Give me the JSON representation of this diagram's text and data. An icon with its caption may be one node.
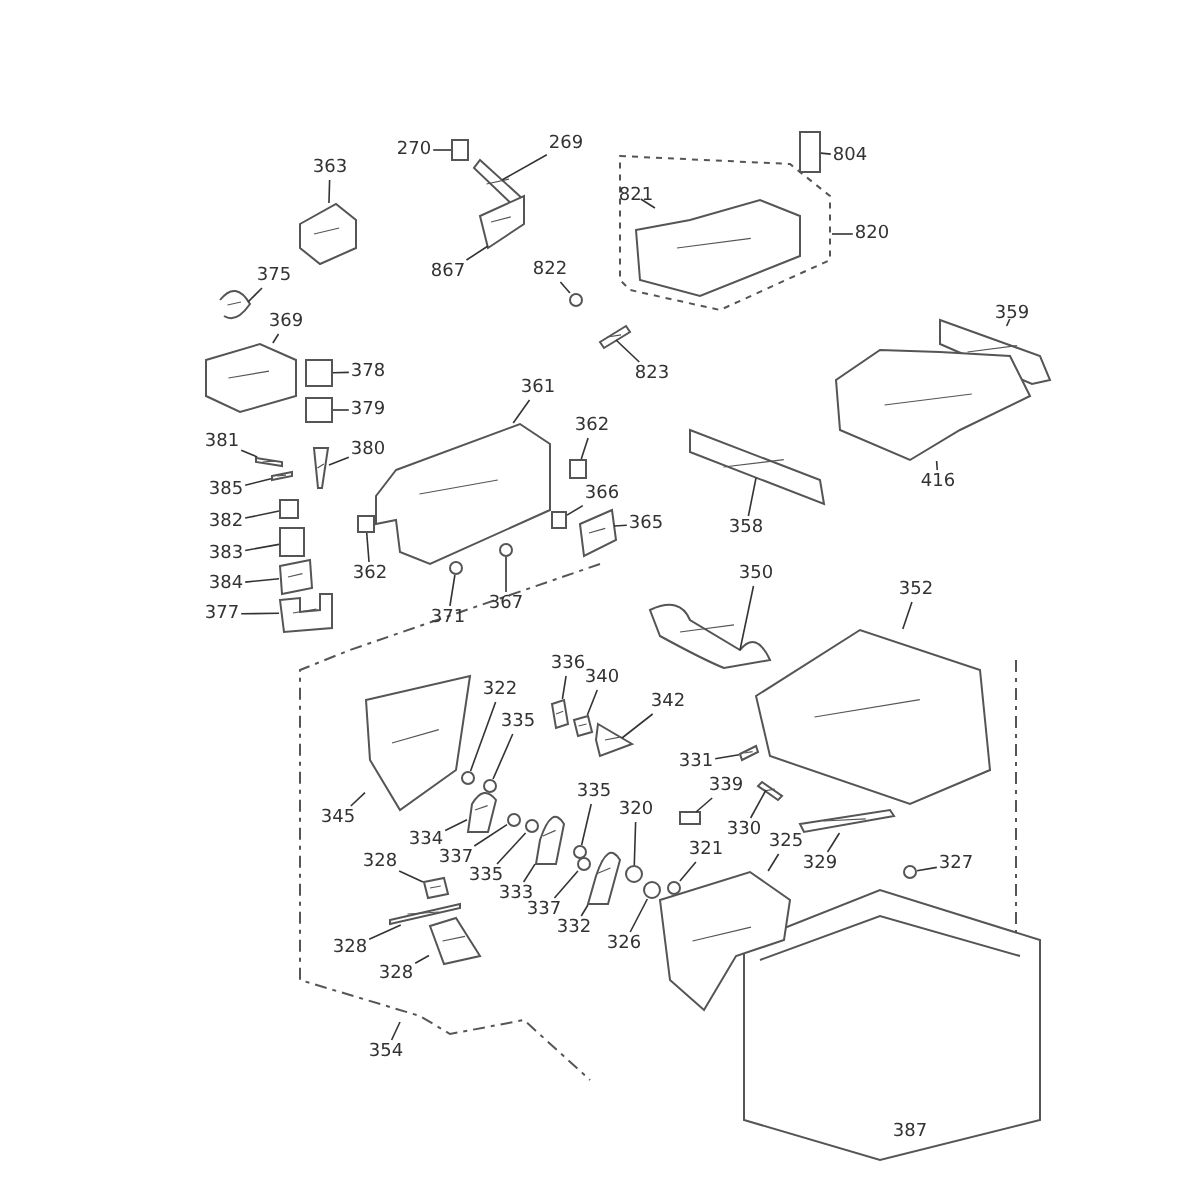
{
  "diagram": {
    "nodes": [
      {
        "text": [
          "270"
        ]
      },
      {
        "text": [
          "269"
        ]
      },
      {
        "text": [
          "804"
        ]
      },
      {
        "text": [
          "363"
        ]
      },
      {
        "text": [
          "821"
        ]
      },
      {
        "text": [
          "820"
        ]
      },
      {
        "text": [
          "867"
        ]
      },
      {
        "text": [
          "822"
        ]
      },
      {
        "text": [
          "375"
        ]
      },
      {
        "text": [
          "369"
        ]
      },
      {
        "text": [
          "359"
        ]
      },
      {
        "text": [
          "823"
        ]
      },
      {
        "text": [
          "378"
        ]
      },
      {
        "text": [
          "361"
        ]
      },
      {
        "text": [
          "379"
        ]
      },
      {
        "text": [
          "362"
        ]
      },
      {
        "text": [
          "381"
        ]
      },
      {
        "text": [
          "380"
        ]
      },
      {
        "text": [
          "416"
        ]
      },
      {
        "text": [
          "385"
        ]
      },
      {
        "text": [
          "366"
        ]
      },
      {
        "text": [
          "382"
        ]
      },
      {
        "text": [
          "365"
        ]
      },
      {
        "text": [
          "358"
        ]
      },
      {
        "text": [
          "383"
        ]
      },
      {
        "text": [
          "362"
        ]
      },
      {
        "text": [
          "384"
        ]
      },
      {
        "text": [
          "350"
        ]
      },
      {
        "text": [
          "352"
        ]
      },
      {
        "text": [
          "367"
        ]
      },
      {
        "text": [
          "377"
        ]
      },
      {
        "text": [
          "371"
        ]
      },
      {
        "text": [
          "336"
        ]
      },
      {
        "text": [
          "340"
        ]
      },
      {
        "text": [
          "322"
        ]
      },
      {
        "text": [
          "342"
        ]
      },
      {
        "text": [
          "335"
        ]
      },
      {
        "text": [
          "331"
        ]
      },
      {
        "text": [
          "339"
        ]
      },
      {
        "text": [
          "335"
        ]
      },
      {
        "text": [
          "320"
        ]
      },
      {
        "text": [
          "345"
        ]
      },
      {
        "text": [
          "330"
        ]
      },
      {
        "text": [
          "334"
        ]
      },
      {
        "text": [
          "321"
        ]
      },
      {
        "text": [
          "325"
        ]
      },
      {
        "text": [
          "337"
        ]
      },
      {
        "text": [
          "328"
        ]
      },
      {
        "text": [
          "329"
        ]
      },
      {
        "text": [
          "327"
        ]
      },
      {
        "text": [
          "335"
        ]
      },
      {
        "text": [
          "333"
        ]
      },
      {
        "text": [
          "337"
        ]
      },
      {
        "text": [
          "332"
        ]
      },
      {
        "text": [
          "326"
        ]
      },
      {
        "text": [
          "328"
        ]
      },
      {
        "text": [
          "328"
        ]
      },
      {
        "text": [
          "354"
        ]
      },
      {
        "text": [],
        "shape": "box"
      },
      {
        "text": [],
        "shape": "picture"
      },
      {
        "text": [],
        "shape": "box"
      },
      {
        "text": [],
        "shape": "picture"
      },
      {
        "text": [],
        "shape": "picture"
      },
      {
        "text": [],
        "shape": "picture"
      },
      {
        "text": [],
        "shape": "circle"
      },
      {
        "text": [],
        "shape": "picture"
      },
      {
        "text": [],
        "shape": "picture"
      },
      {
        "text": [],
        "shape": "picture"
      },
      {
        "text": [],
        "shape": "picture"
      },
      {
        "text": [],
        "shape": "box"
      },
      {
        "text": [],
        "shape": "picture"
      },
      {
        "text": [],
        "shape": "box"
      },
      {
        "text": [],
        "shape": "box"
      },
      {
        "text": [],
        "shape": "picture"
      },
      {
        "text": [],
        "shape": "picture"
      },
      {
        "text": [],
        "shape": "picture"
      },
      {
        "text": [],
        "shape": "picture"
      },
      {
        "text": [],
        "shape": "box"
      },
      {
        "text": [],
        "shape": "box"
      },
      {
        "text": [],
        "shape": "picture"
      },
      {
        "text": [],
        "shape": "picture"
      },
      {
        "text": [],
        "shape": "box"
      },
      {
        "text": [],
        "shape": "box"
      },
      {
        "text": [],
        "shape": "picture"
      },
      {
        "text": [],
        "shape": "picture"
      },
      {
        "text": [],
        "shape": "picture"
      },
      {
        "text": [],
        "shape": "circle"
      },
      {
        "text": [],
        "shape": "picture"
      },
      {
        "text": [],
        "shape": "circle"
      },
      {
        "text": [],
        "shape": "picture"
      },
      {
        "text": [],
        "shape": "picture"
      },
      {
        "text": [],
        "shape": "circle"
      },
      {
        "text": [],
        "shape": "picture"
      },
      {
        "text": [],
        "shape": "circle"
      },
      {
        "text": [],
        "shape": "picture"
      },
      {
        "text": [],
        "shape": "box"
      },
      {
        "text": [],
        "shape": "circle"
      },
      {
        "text": [],
        "shape": "circle"
      },
      {
        "text": [],
        "shape": "picture"
      },
      {
        "text": [],
        "shape": "picture"
      },
      {
        "text": [],
        "shape": "picture"
      },
      {
        "text": [],
        "shape": "circle"
      },
      {
        "text": [],
        "shape": "picture"
      },
      {
        "text": [],
        "shape": "circle"
      },
      {
        "text": [],
        "shape": "picture"
      },
      {
        "text": [],
        "shape": "picture"
      },
      {
        "text": [],
        "shape": "circle"
      },
      {
        "text": [],
        "shape": "circle"
      },
      {
        "text": [],
        "shape": "picture"
      },
      {
        "text": [],
        "shape": "circle"
      },
      {
        "text": [],
        "shape": "picture"
      },
      {
        "text": [],
        "shape": "circle"
      },
      {
        "text": [],
        "shape": "picture"
      },
      {
        "text": [],
        "shape": "picture"
      }
    ],
    "edges": [
      {
        "from": 0,
        "to": 58,
        "arrow": "none"
      },
      {
        "from": 1,
        "to": 59,
        "arrow": "none"
      },
      {
        "from": 2,
        "to": 60,
        "arrow": "none"
      },
      {
        "from": 3,
        "to": 61,
        "arrow": "none"
      },
      {
        "from": 4,
        "to": 62,
        "arrow": "none"
      },
      {
        "from": 5,
        "to": null,
        "arrow": "none"
      },
      {
        "from": 6,
        "to": 63,
        "arrow": "none"
      },
      {
        "from": 7,
        "to": 64,
        "arrow": "none"
      },
      {
        "from": 8,
        "to": 65,
        "arrow": "none"
      },
      {
        "from": 9,
        "to": 66,
        "arrow": "none"
      },
      {
        "from": 10,
        "to": 67,
        "arrow": "none"
      },
      {
        "from": 11,
        "to": 68,
        "arrow": "none"
      },
      {
        "from": 12,
        "to": 69,
        "arrow": "none"
      },
      {
        "from": 13,
        "to": 70,
        "arrow": "none"
      },
      {
        "from": 14,
        "to": 71,
        "arrow": "none"
      },
      {
        "from": 15,
        "to": 72,
        "arrow": "none"
      },
      {
        "from": 16,
        "to": 73,
        "arrow": "none"
      },
      {
        "from": 17,
        "to": 74,
        "arrow": "none"
      },
      {
        "from": 18,
        "to": 75,
        "arrow": "none"
      },
      {
        "from": 19,
        "to": 76,
        "arrow": "none"
      },
      {
        "from": 20,
        "to": 77,
        "arrow": "none"
      },
      {
        "from": 21,
        "to": 78,
        "arrow": "none"
      },
      {
        "from": 22,
        "to": 79,
        "arrow": "none"
      },
      {
        "from": 23,
        "to": 80,
        "arrow": "none"
      },
      {
        "from": 24,
        "to": 81,
        "arrow": "none"
      },
      {
        "from": 25,
        "to": 82,
        "arrow": "none"
      },
      {
        "from": 26,
        "to": 83,
        "arrow": "none"
      },
      {
        "from": 27,
        "to": 84,
        "arrow": "none"
      },
      {
        "from": 28,
        "to": 85,
        "arrow": "none"
      },
      {
        "from": 29,
        "to": 86,
        "arrow": "none"
      },
      {
        "from": 30,
        "to": 87,
        "arrow": "none"
      },
      {
        "from": 31,
        "to": 88,
        "arrow": "none"
      },
      {
        "from": 32,
        "to": 89,
        "arrow": "none"
      },
      {
        "from": 33,
        "to": 90,
        "arrow": "none"
      },
      {
        "from": 34,
        "to": 91,
        "arrow": "none"
      },
      {
        "from": 35,
        "to": 92,
        "arrow": "none"
      },
      {
        "from": 36,
        "to": 93,
        "arrow": "none"
      },
      {
        "from": 37,
        "to": 94,
        "arrow": "none"
      },
      {
        "from": 38,
        "to": 95,
        "arrow": "none"
      },
      {
        "from": 39,
        "to": 96,
        "arrow": "none"
      },
      {
        "from": 40,
        "to": 97,
        "arrow": "none"
      },
      {
        "from": 41,
        "to": 98,
        "arrow": "none"
      },
      {
        "from": 42,
        "to": 99,
        "arrow": "none"
      },
      {
        "from": 43,
        "to": 100,
        "arrow": "none"
      },
      {
        "from": 44,
        "to": 101,
        "arrow": "none"
      },
      {
        "from": 45,
        "to": 102,
        "arrow": "none"
      },
      {
        "from": 46,
        "to": 103,
        "arrow": "none"
      },
      {
        "from": 47,
        "to": 104,
        "arrow": "none"
      },
      {
        "from": 48,
        "to": 105,
        "arrow": "none"
      },
      {
        "from": 49,
        "to": 106,
        "arrow": "none"
      },
      {
        "from": 50,
        "to": 107,
        "arrow": "none"
      },
      {
        "from": 51,
        "to": 108,
        "arrow": "none"
      },
      {
        "from": 52,
        "to": 109,
        "arrow": "none"
      },
      {
        "from": 53,
        "to": 110,
        "arrow": "none"
      },
      {
        "from": 54,
        "to": 111,
        "arrow": "none"
      },
      {
        "from": 55,
        "to": 112,
        "arrow": "none"
      },
      {
        "from": 56,
        "to": 113,
        "arrow": "none"
      },
      {
        "from": 57,
        "to": null,
        "arrow": "none"
      }
    ],
    "labels": [
      "387"
    ]
  }
}
